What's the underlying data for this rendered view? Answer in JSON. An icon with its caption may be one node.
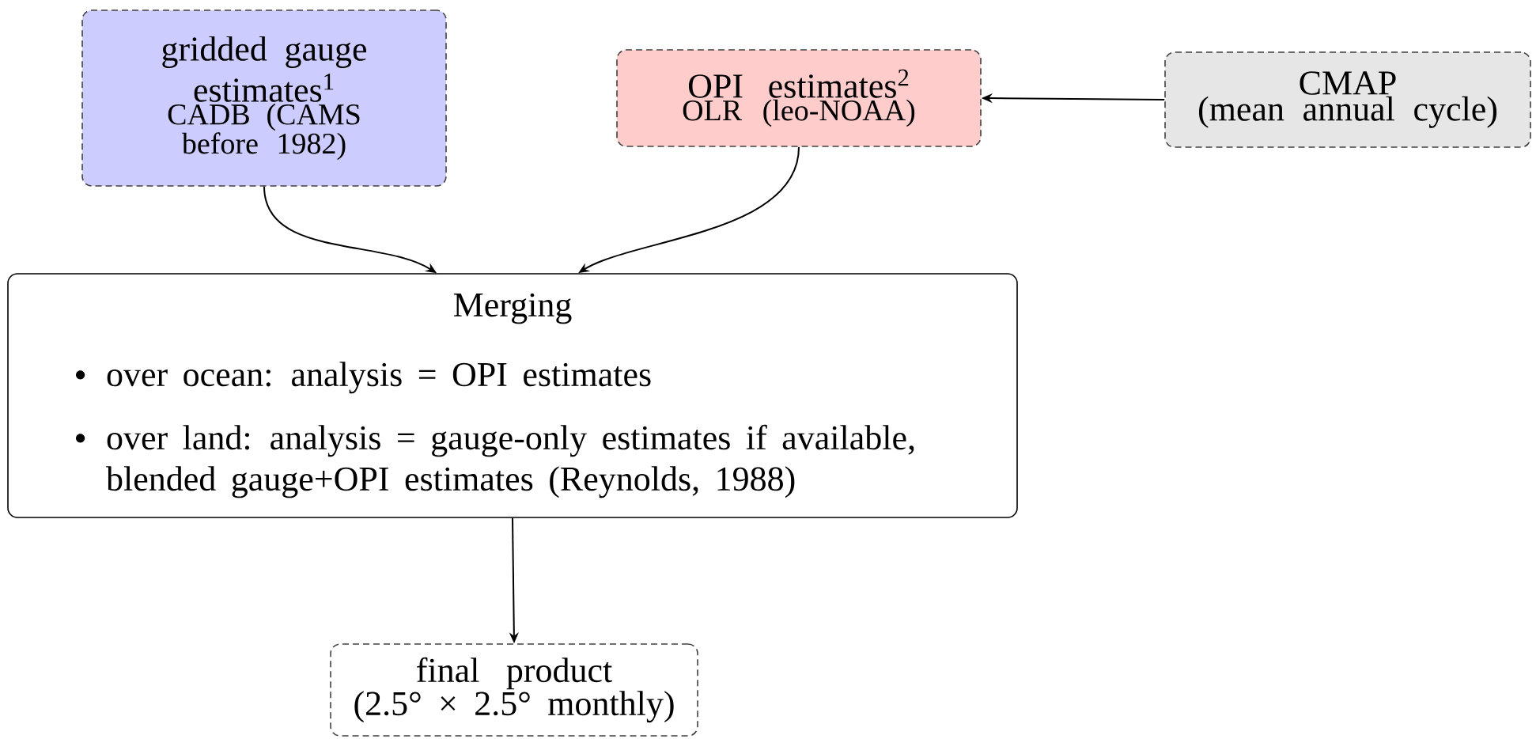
{
  "diagram": {
    "nodes": [
      {
        "text": [
          "gridded gauge estimates$^{1}$",
          "CADB (CAMS before 1982)"
        ]
      },
      {
        "text": [
          "OPI estimates$^{2}$",
          "OLR (leo-NOAA)"
        ]
      },
      {
        "text": [
          "CMAP",
          "(mean annual cycle)"
        ]
      },
      {
        "text": [
          "Merging",
          "over ocean: analysis = OPI estimates",
          "over land: analysis = gauge-only estimates if available, blended gauge+OPI estimates (Reynolds, 1988)"
        ]
      },
      {
        "text": [
          "final product",
          "(2.5° × 2.5° monthly)"
        ]
      }
    ],
    "edges": [
      {
        "from": 0,
        "to": 3,
        "arrow": "to"
      },
      {
        "from": 1,
        "to": 3,
        "arrow": "to"
      },
      {
        "from": 2,
        "to": 1,
        "arrow": "to"
      },
      {
        "from": 3,
        "to": 4,
        "arrow": "to"
      }
    ]
  }
}
